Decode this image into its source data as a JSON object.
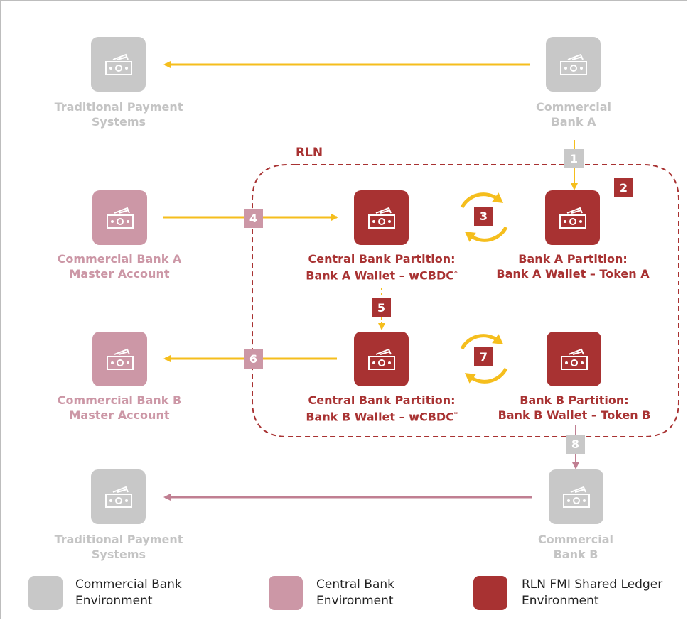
{
  "colors": {
    "commercial": "#c8c8c8",
    "central": "#cc97a6",
    "rln": "#a83232",
    "arrow_yellow": "#f5be1d",
    "arrow_pink": "#c07f92",
    "label_grey": "#c4c4c4",
    "label_pink": "#cc97a6",
    "label_red": "#a83232"
  },
  "rln_title": "RLN",
  "nodes": {
    "tps_top": {
      "line1": "Traditional Payment",
      "line2": "Systems"
    },
    "cba_top": {
      "line1": "Commercial",
      "line2": "Bank A"
    },
    "cb_master_a": {
      "line1": "Commercial Bank A",
      "line2": "Master Account"
    },
    "cbp_a": {
      "line1": "Central Bank Partition:",
      "line2": "Bank A Wallet – wCBDC",
      "sup": "*"
    },
    "bank_a_part": {
      "line1": "Bank A Partition:",
      "line2": "Bank A Wallet – Token A"
    },
    "cb_master_b": {
      "line1": "Commercial Bank B",
      "line2": "Master Account"
    },
    "cbp_b": {
      "line1": "Central Bank Partition:",
      "line2": "Bank B Wallet – wCBDC",
      "sup": "*"
    },
    "bank_b_part": {
      "line1": "Bank B Partition:",
      "line2": "Bank B Wallet – Token B"
    },
    "tps_bottom": {
      "line1": "Traditional Payment",
      "line2": "Systems"
    },
    "cbb_bottom": {
      "line1": "Commercial",
      "line2": "Bank B"
    }
  },
  "steps": [
    "1",
    "2",
    "3",
    "4",
    "5",
    "6",
    "7",
    "8"
  ],
  "legend": [
    {
      "line1": "Commercial Bank",
      "line2": "Environment",
      "icon": "grey-swatch"
    },
    {
      "line1": "Central Bank",
      "line2": "Environment",
      "icon": "pink-swatch"
    },
    {
      "line1": "RLN FMI Shared Ledger",
      "line2": "Environment",
      "icon": "red-swatch"
    }
  ],
  "icons": {
    "node": "money-icon",
    "cycle": "cycle-arrows-icon"
  }
}
